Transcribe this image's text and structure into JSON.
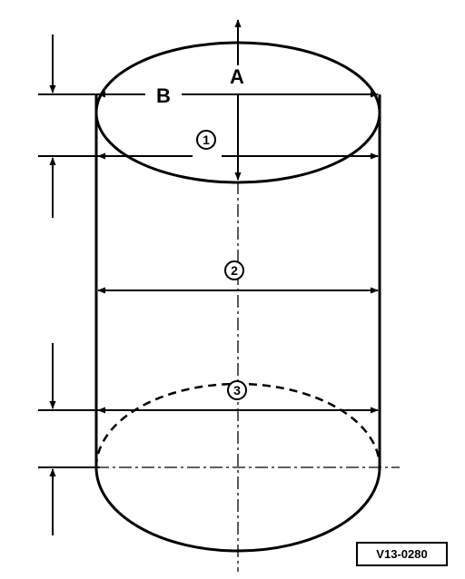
{
  "labels": {
    "a": "A",
    "b": "B",
    "m1": "1",
    "m2": "2",
    "m3": "3"
  },
  "figure_code": "V13-0280"
}
